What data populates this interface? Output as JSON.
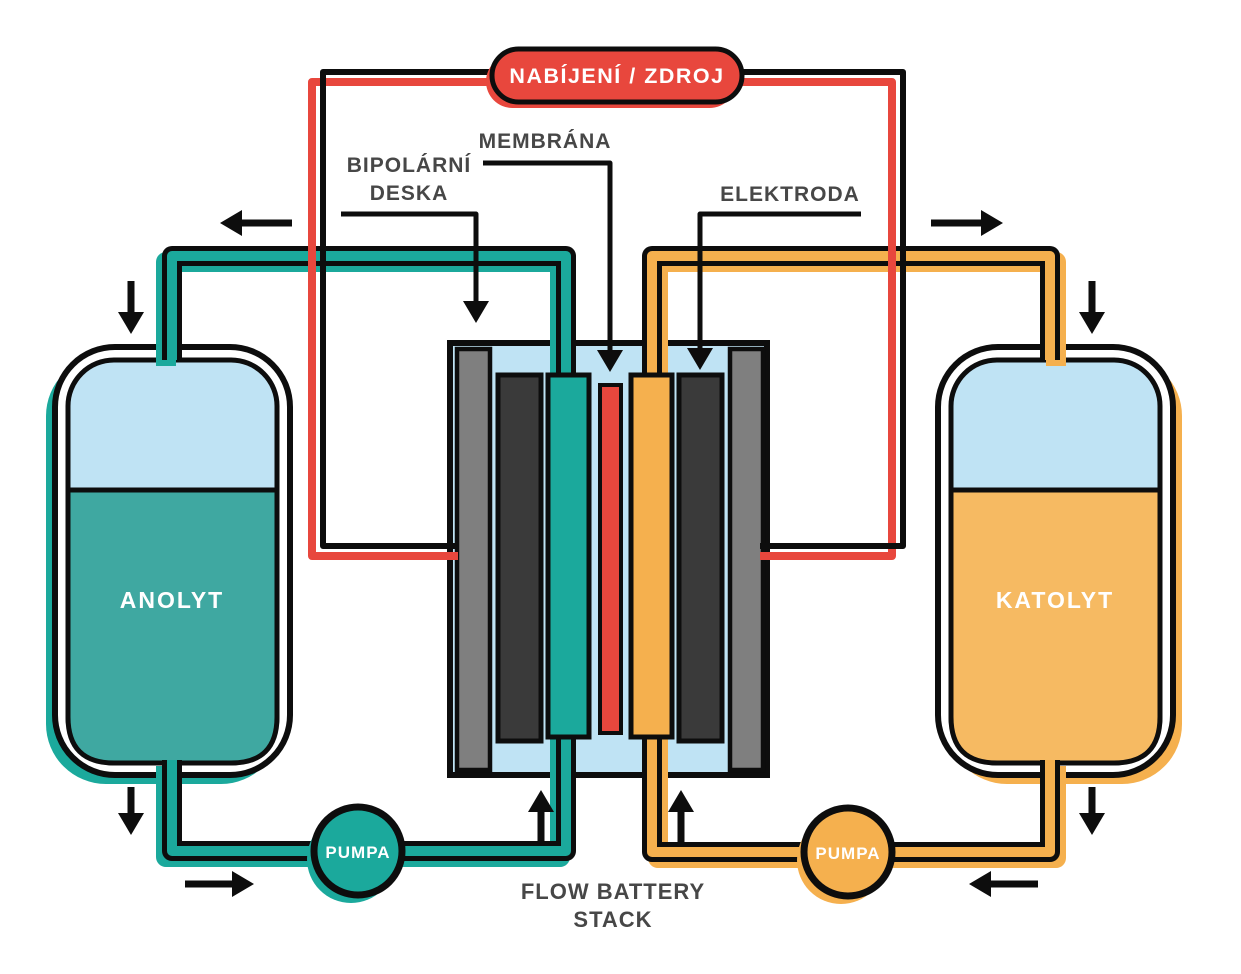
{
  "diagram": {
    "charge_source_label": "NABÍJENÍ / ZDROJ",
    "membrane_label": "MEMBRÁNA",
    "bipolar_plate_label_line1": "BIPOLÁRNÍ",
    "bipolar_plate_label_line2": "DESKA",
    "electrode_label": "ELEKTRODA",
    "anolyte_tank_label": "ANOLYT",
    "catholyte_tank_label": "KATOLYT",
    "pump_left_label": "PUMPA",
    "pump_right_label": "PUMPA",
    "stack_label_line1": "FLOW BATTERY",
    "stack_label_line2": "STACK"
  },
  "colors": {
    "black": "#0d0d0d",
    "red": "#e8473d",
    "teal": "#1ba99c",
    "teal_liquid": "#3fa8a1",
    "orange": "#f5b04e",
    "orange_liquid": "#f6ba62",
    "light_blue": "#bfe3f4",
    "gray_plate": "#7f7f7f",
    "dark_electrode": "#3a3a3a",
    "label": "#474747",
    "white": "#ffffff"
  }
}
